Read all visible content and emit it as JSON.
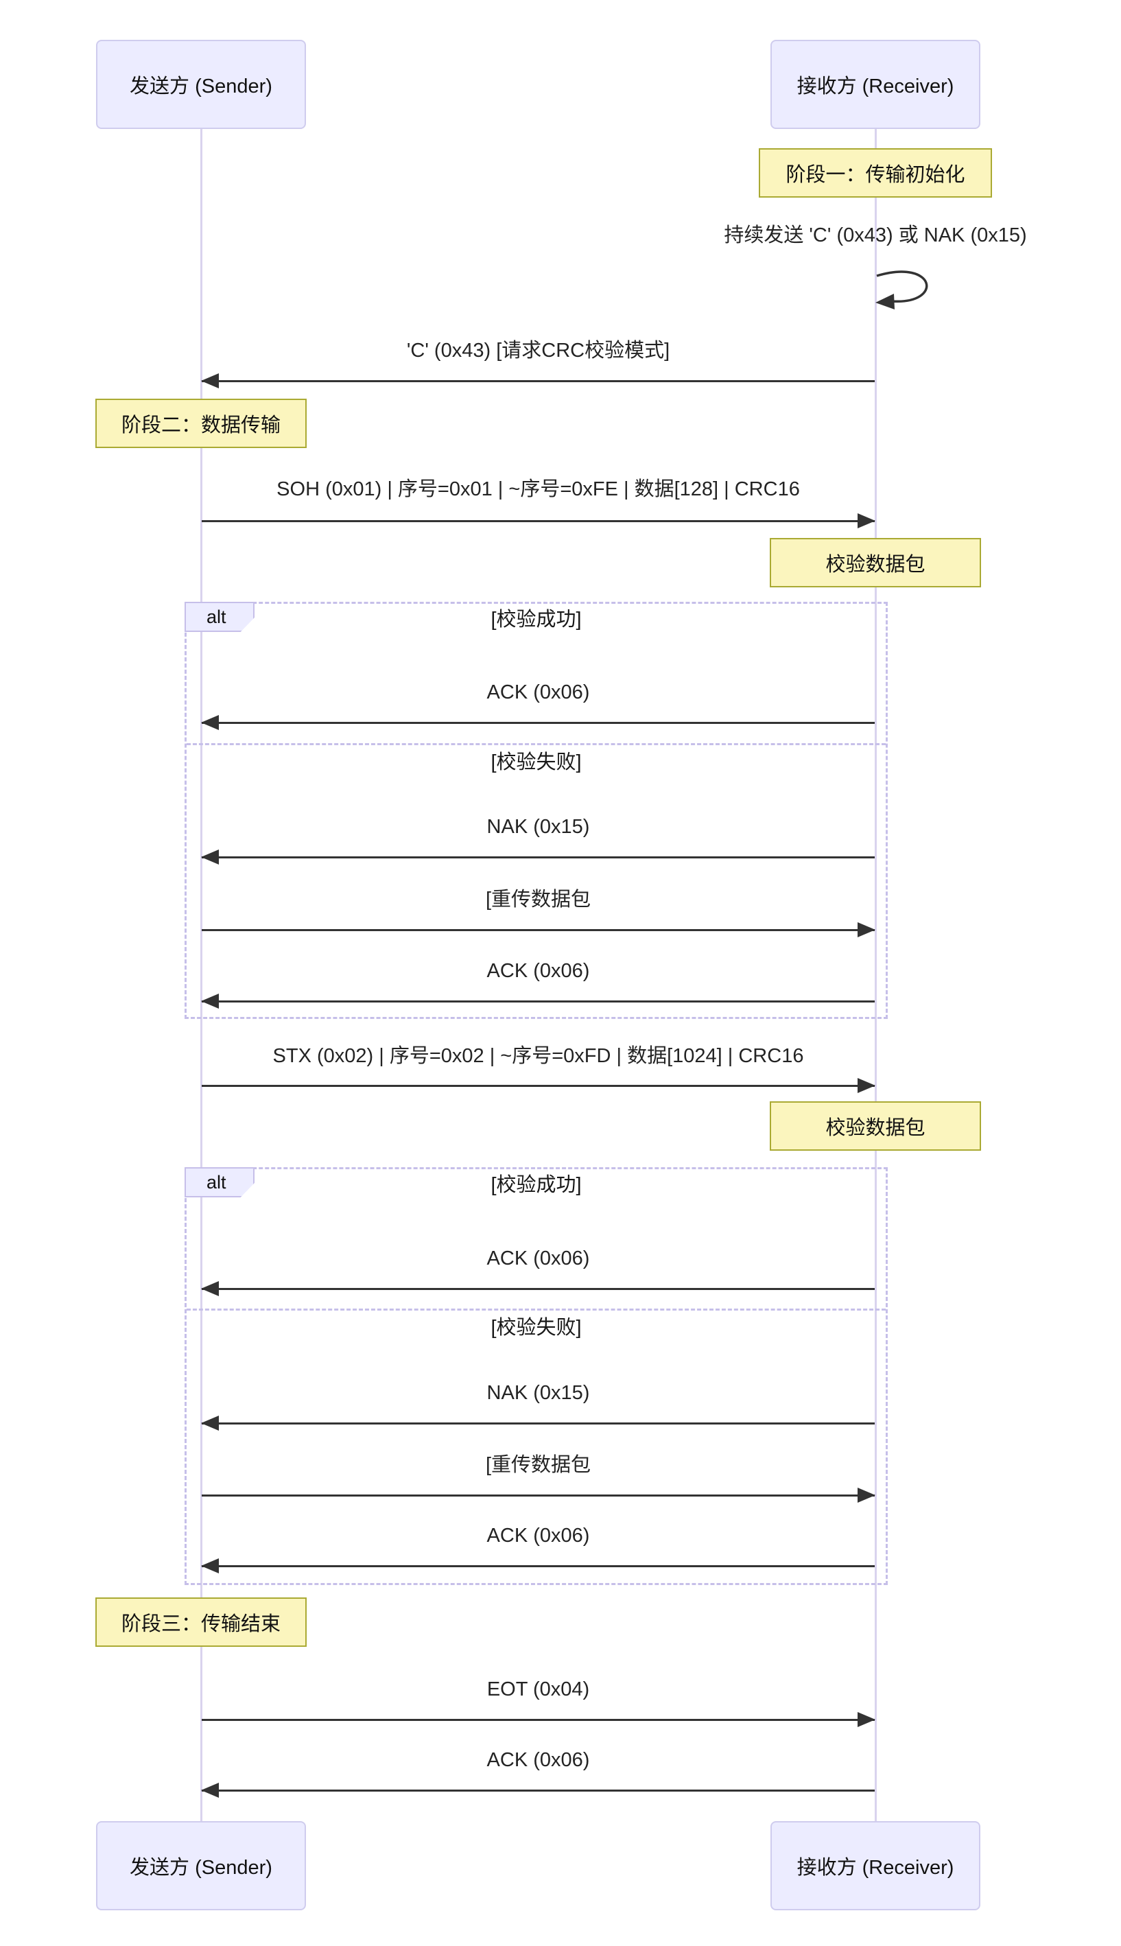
{
  "colors": {
    "actor-fill": "#ECECFF",
    "actor-border": "#CFCCEE",
    "lifeline": "#D9D3EE",
    "note-fill": "#FBF5BE",
    "note-border": "#AAAA33",
    "frame-border": "#C6BFE9",
    "arrow": "#333333",
    "text": "#1F1F1F"
  },
  "participants": [
    {
      "id": "sender",
      "label": "发送方 (Sender)"
    },
    {
      "id": "receiver",
      "label": "接收方 (Receiver)"
    }
  ],
  "phase_notes": [
    {
      "text": "阶段一：传输初始化",
      "over": "receiver"
    },
    {
      "text": "阶段二：数据传输",
      "over": "sender"
    },
    {
      "text": "阶段三：传输结束",
      "over": "sender"
    }
  ],
  "action_notes": [
    {
      "text": "校验数据包",
      "over": "receiver"
    },
    {
      "text": "校验数据包",
      "over": "receiver"
    }
  ],
  "self_message": {
    "text": "持续发送 'C' (0x43) 或 NAK (0x15)",
    "on": "receiver"
  },
  "messages": [
    {
      "text": "'C' (0x43) [请求CRC校验模式]",
      "from": "receiver",
      "to": "sender"
    },
    {
      "text": "SOH (0x01) | 序号=0x01 | ~序号=0xFE | 数据[128] | CRC16",
      "from": "sender",
      "to": "receiver"
    },
    {
      "text": "ACK (0x06)",
      "from": "receiver",
      "to": "sender"
    },
    {
      "text": "NAK (0x15)",
      "from": "receiver",
      "to": "sender"
    },
    {
      "text": "[重传数据包",
      "from": "sender",
      "to": "receiver"
    },
    {
      "text": "ACK (0x06)",
      "from": "receiver",
      "to": "sender"
    },
    {
      "text": "STX (0x02) | 序号=0x02 | ~序号=0xFD | 数据[1024] | CRC16",
      "from": "sender",
      "to": "receiver"
    },
    {
      "text": "ACK (0x06)",
      "from": "receiver",
      "to": "sender"
    },
    {
      "text": "NAK (0x15)",
      "from": "receiver",
      "to": "sender"
    },
    {
      "text": "[重传数据包",
      "from": "sender",
      "to": "receiver"
    },
    {
      "text": "ACK (0x06)",
      "from": "receiver",
      "to": "sender"
    },
    {
      "text": "EOT (0x04)",
      "from": "sender",
      "to": "receiver"
    },
    {
      "text": "ACK (0x06)",
      "from": "receiver",
      "to": "sender"
    }
  ],
  "alt_frames": [
    {
      "label": "alt",
      "condition_success": "[校验成功]",
      "condition_fail": "[校验失败]"
    },
    {
      "label": "alt",
      "condition_success": "[校验成功]",
      "condition_fail": "[校验失败]"
    }
  ]
}
